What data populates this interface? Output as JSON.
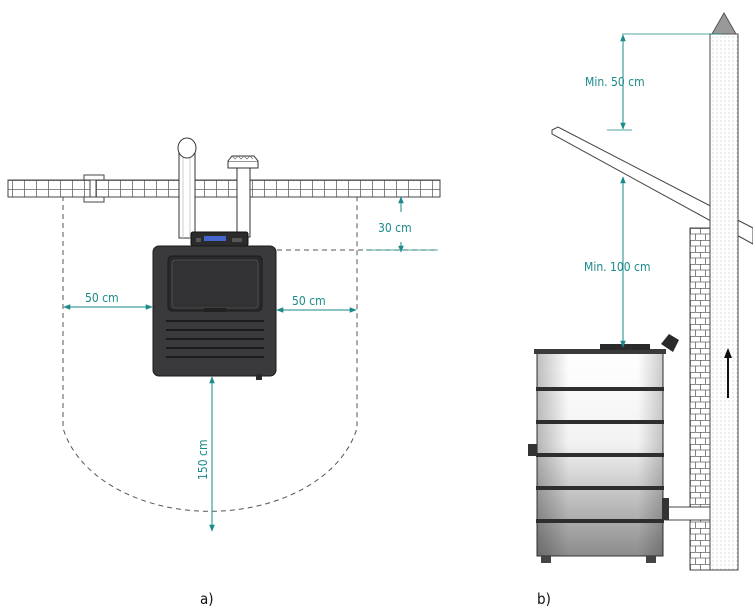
{
  "figure_a": {
    "caption": "a)",
    "dim_rear": "30 cm",
    "dim_left": "50 cm",
    "dim_right": "50 cm",
    "dim_front": "150 cm"
  },
  "figure_b": {
    "caption": "b)",
    "dim_above_roof": "Min. 50 cm",
    "dim_stove_to_roof": "Min. 100 cm"
  },
  "colors": {
    "dimension": "#1a8a8a",
    "stove_body": "#3a3a3c",
    "line": "#444444"
  }
}
